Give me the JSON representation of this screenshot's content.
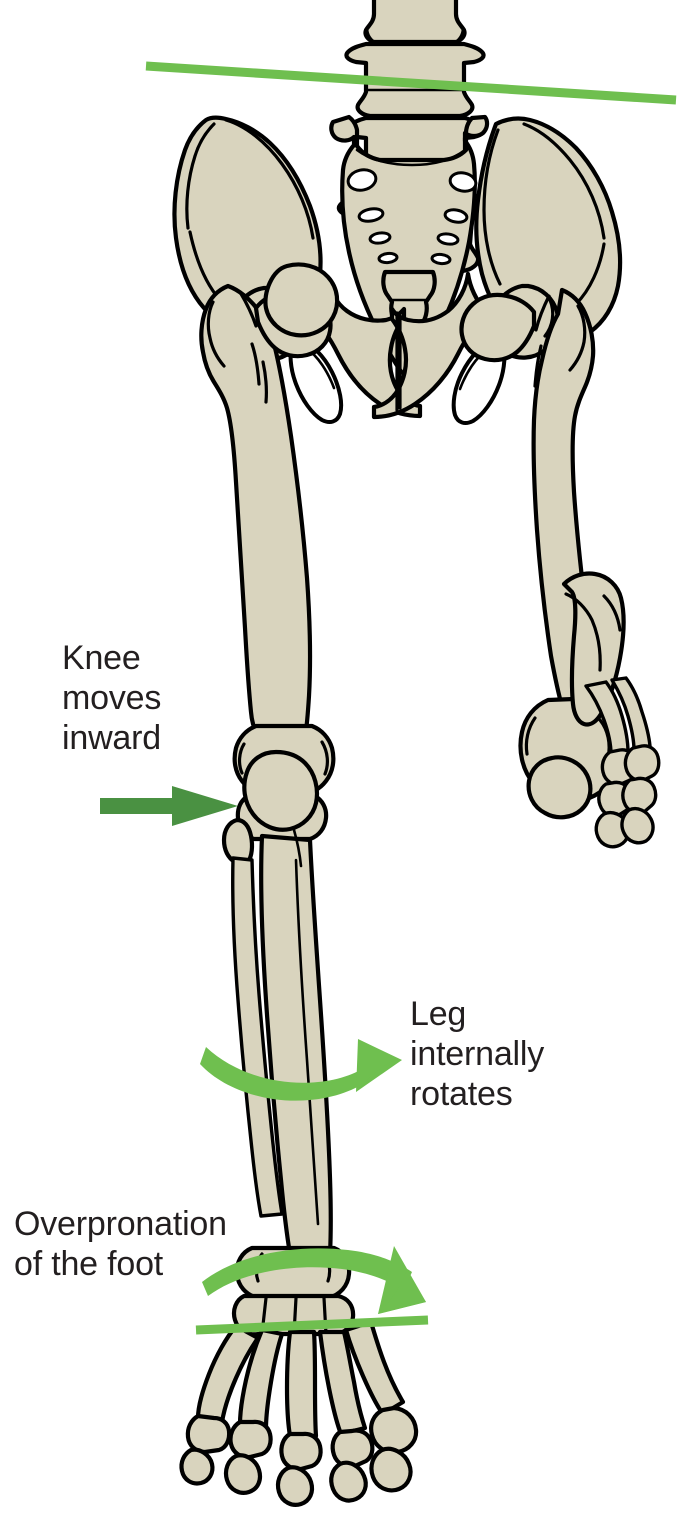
{
  "figure": {
    "title": "Lower body skeleton showing overpronation chain reaction",
    "view": "anterior",
    "background_color": "#ffffff",
    "bone_fill_color": "#d9d4be",
    "bone_outline_color": "#000000",
    "arrow_straight_color": "#4a9142",
    "arrow_curved_color": "#6fbf4f",
    "reference_line_color": "#6fbf4f"
  },
  "annotations": [
    {
      "id": "knee",
      "lines": [
        "Knee",
        "moves",
        "inward"
      ],
      "text": "Knee\nmoves\ninward",
      "marker": "straight-arrow-right",
      "marker_color": "#4a9142"
    },
    {
      "id": "leg",
      "lines": [
        "Leg",
        "internally",
        "rotates"
      ],
      "text": "Leg\ninternally\nrotates",
      "marker": "curved-arrow-rotation",
      "marker_color": "#6fbf4f"
    },
    {
      "id": "foot",
      "lines": [
        "Overpronation",
        "of the foot"
      ],
      "text": "Overpronation\nof the foot",
      "marker": "curved-arrow-rotation",
      "marker_color": "#6fbf4f"
    }
  ],
  "reference_lines": [
    {
      "id": "pelvic-tilt-line",
      "color": "#6fbf4f",
      "description": "pelvic level line across iliac crests"
    },
    {
      "id": "foot-level-line",
      "color": "#6fbf4f",
      "description": "transverse line across metatarsals"
    }
  ],
  "bones": [
    "lumbar vertebrae",
    "sacrum",
    "coccyx",
    "left ilium",
    "right ilium",
    "pubis",
    "ischium",
    "left femur",
    "right femur",
    "left patella",
    "left tibia",
    "left fibula",
    "left tarsals",
    "left metatarsals",
    "left phalanges",
    "right tarsals",
    "right metatarsals",
    "right phalanges"
  ]
}
